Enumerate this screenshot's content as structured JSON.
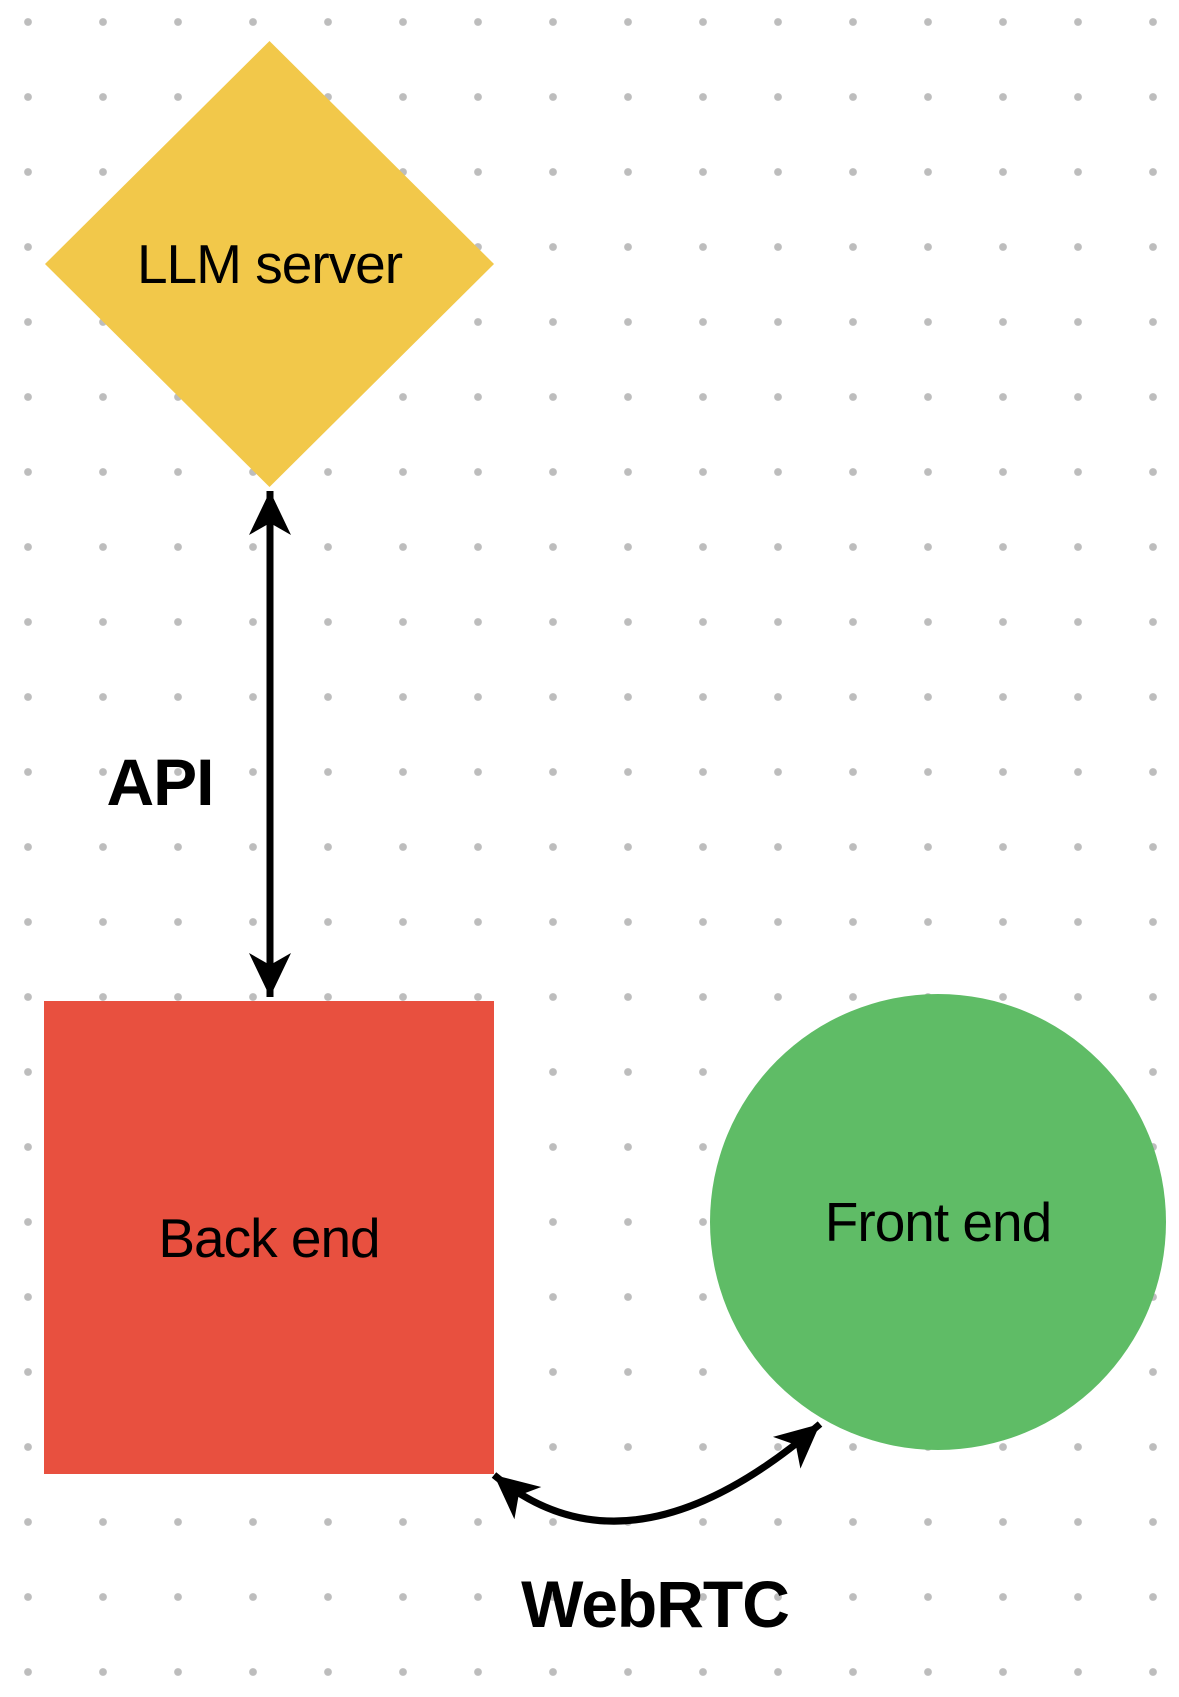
{
  "canvas": {
    "background_color": "#ffffff",
    "dot_grid_color": "#bdbdbd"
  },
  "nodes": [
    {
      "id": "llm-server",
      "shape": "diamond",
      "label": "LLM server",
      "fill_color": "#f2c84a",
      "text_color": "#000000"
    },
    {
      "id": "back-end",
      "shape": "square",
      "label": "Back end",
      "fill_color": "#e8503f",
      "text_color": "#000000"
    },
    {
      "id": "front-end",
      "shape": "circle",
      "label": "Front end",
      "fill_color": "#5fbc66",
      "text_color": "#000000"
    }
  ],
  "connectors": [
    {
      "id": "api",
      "label": "API",
      "type": "straight-double-arrow",
      "from": "llm-server",
      "to": "back-end",
      "color": "#000000"
    },
    {
      "id": "webrtc",
      "label": "WebRTC",
      "type": "curved-double-arrow",
      "from": "back-end",
      "to": "front-end",
      "color": "#000000"
    }
  ]
}
